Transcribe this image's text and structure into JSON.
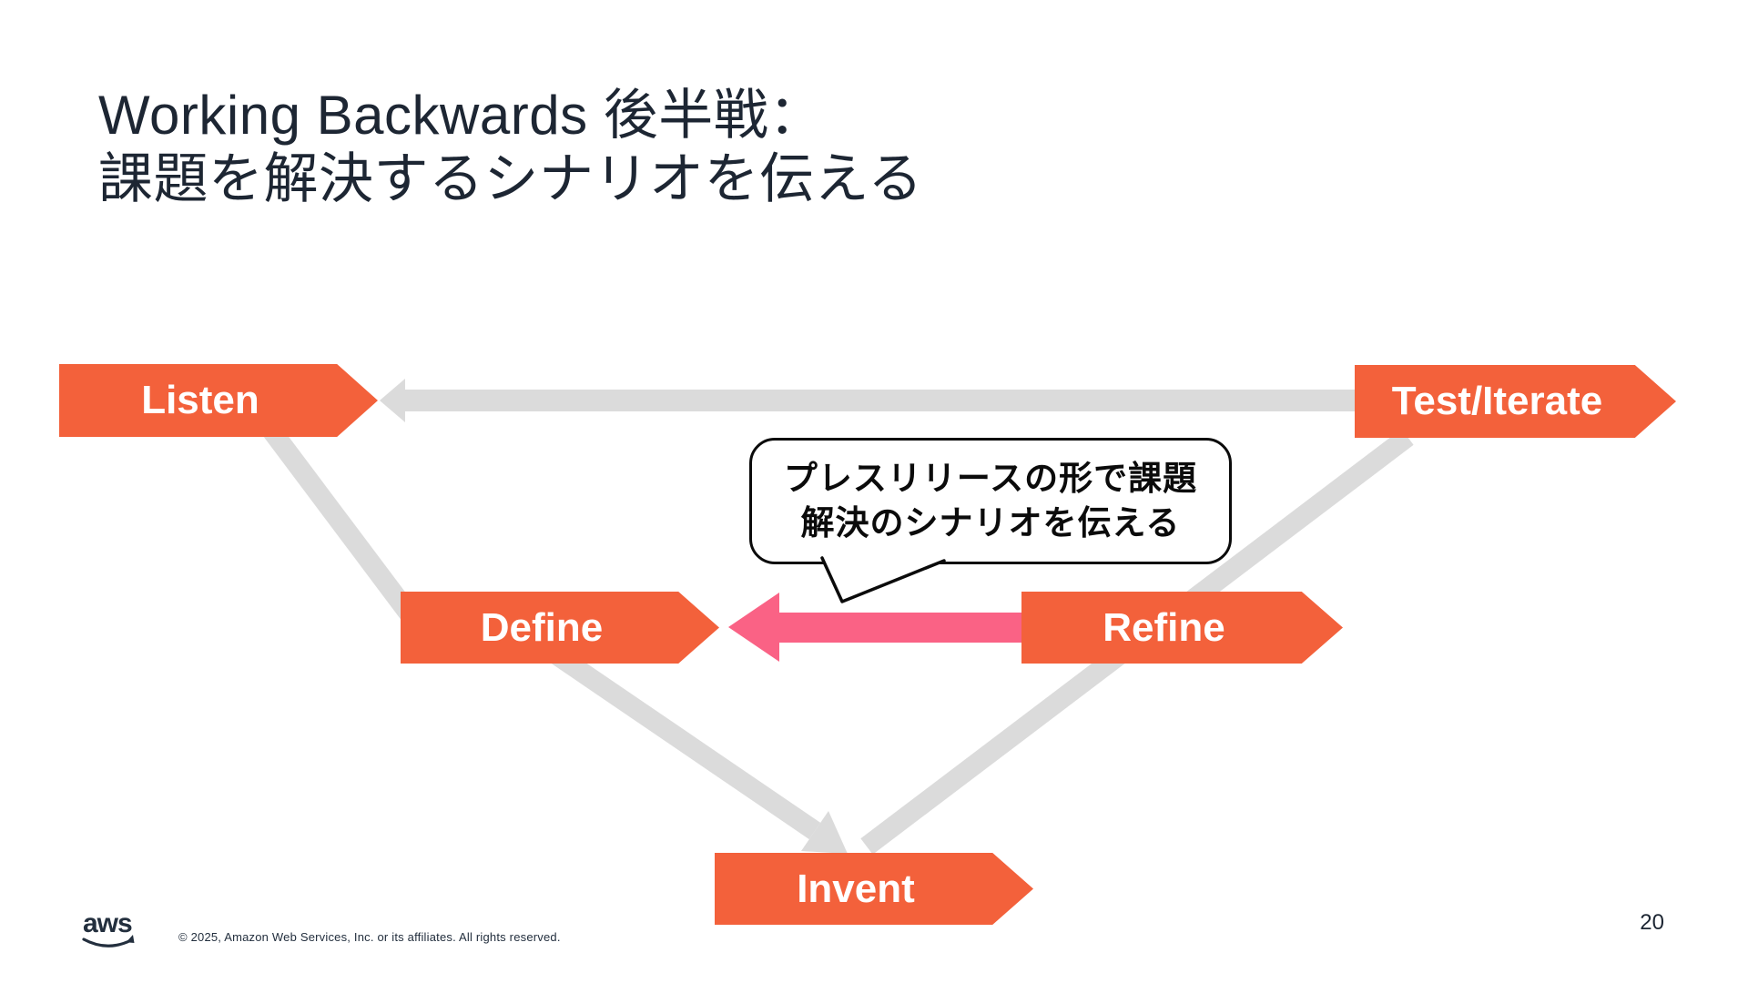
{
  "title": {
    "line1": "Working Backwards 後半戦：",
    "line2": "課題を解決するシナリオを伝える"
  },
  "diagram": {
    "nodes": [
      {
        "id": "listen",
        "label": "Listen"
      },
      {
        "id": "test-iterate",
        "label": "Test/Iterate"
      },
      {
        "id": "define",
        "label": "Define"
      },
      {
        "id": "refine",
        "label": "Refine"
      },
      {
        "id": "invent",
        "label": "Invent"
      }
    ],
    "callout": {
      "line1": "プレスリリースの形で課題",
      "line2": "解決のシナリオを伝える"
    },
    "colors": {
      "node_orange": "#F3613B",
      "feedback_pink": "#FA6285",
      "connector_gray": "#DBDBDB",
      "ink": "#1D2633",
      "callout_border": "#0b0b0b"
    }
  },
  "footer": {
    "logo_text": "aws",
    "copyright": "© 2025, Amazon Web Services, Inc. or its affiliates. All rights reserved.",
    "page_number": "20"
  }
}
